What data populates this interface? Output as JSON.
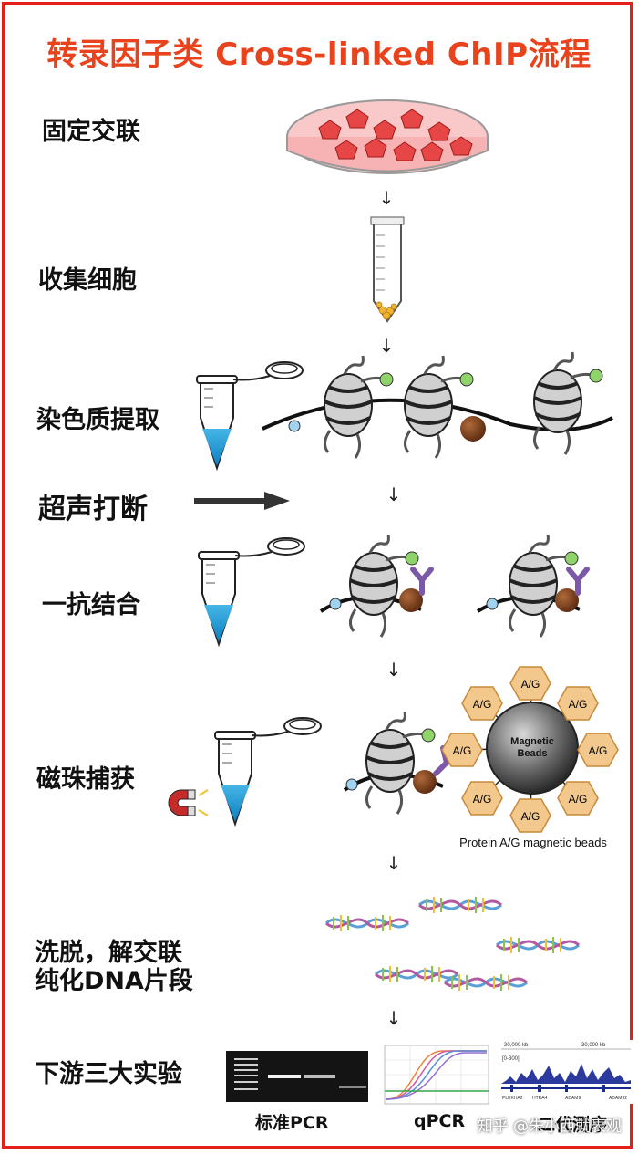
{
  "title": "转录因子类 Cross-linked ChIP流程",
  "steps": [
    {
      "label": "固定交联"
    },
    {
      "label": "收集细胞"
    },
    {
      "label": "染色质提取"
    },
    {
      "label": "超声打断"
    },
    {
      "label": "一抗结合"
    },
    {
      "label": "磁珠捕获"
    },
    {
      "label": "洗脱，解交联"
    },
    {
      "label": "纯化DNA片段"
    },
    {
      "label": "下游三大实验"
    }
  ],
  "beads": {
    "core_line1": "Magnetic",
    "core_line2": "Beads",
    "ligand": "A/G",
    "caption": "Protein A/G magnetic beads"
  },
  "downstream": {
    "pcr": "标准PCR",
    "qpcr": "qPCR",
    "seq": "二代测序",
    "seq_tick1": "30,000 kb",
    "seq_tick2": "30,000 kb",
    "seq_range": "[0-300]",
    "seq_genes": [
      "PLEKHA2",
      "HTRA4",
      "ADAM9",
      "ADAM32"
    ]
  },
  "arrow_glyph": "↓",
  "watermark": "知乎 @朱小西就表观",
  "colors": {
    "title": "#e8431d",
    "frame": "#e5201b",
    "tube_liquid": "#1a9bd6",
    "nucleosome": "#bdbdbd",
    "protein": "#7b3f1d",
    "antibody": "#7b58a8",
    "ligand_fill": "#f3c88c"
  }
}
